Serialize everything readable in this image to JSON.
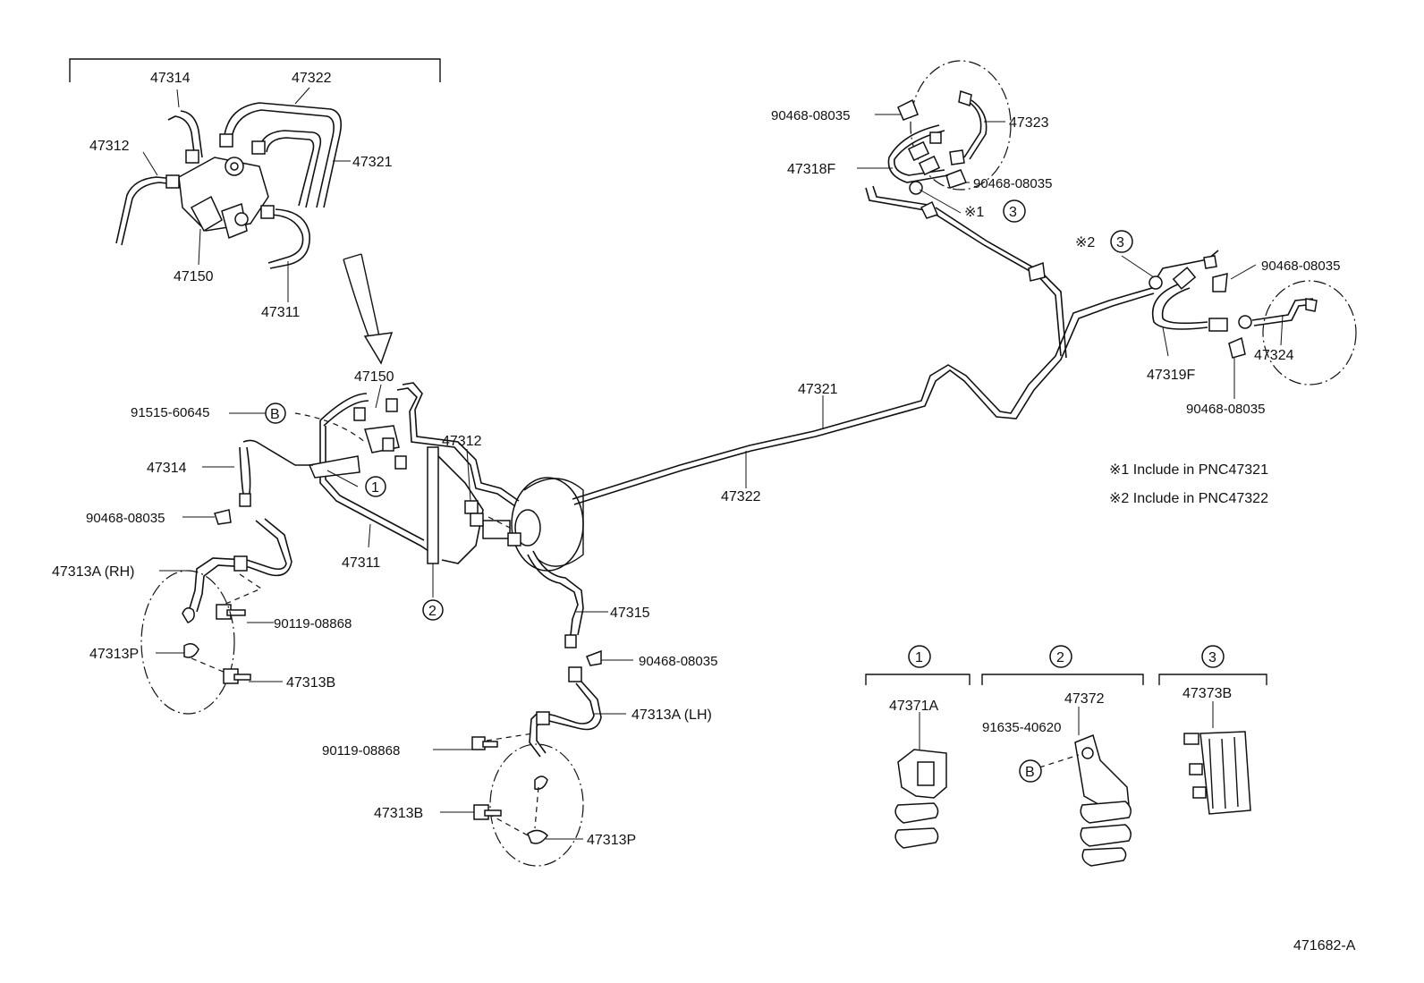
{
  "figure_id": "471682-A",
  "labels": {
    "inset_47314": "47314",
    "inset_47322": "47322",
    "inset_47312": "47312",
    "inset_47321": "47321",
    "inset_47150": "47150",
    "inset_47311": "47311",
    "main_47150": "47150",
    "p91515_60645": "91515-60645",
    "ref_b": "B",
    "main_47314": "47314",
    "main_47312": "47312",
    "ref_1": "1",
    "ref_2": "2",
    "ref_3": "3",
    "p90468_rh": "90468-08035",
    "main_47311": "47311",
    "p47313a_rh": "47313A (RH)",
    "p90119_rh": "90119-08868",
    "p47313p_rh": "47313P",
    "p47313b_rh": "47313B",
    "p47315": "47315",
    "p90468_lh": "90468-08035",
    "p47313a_lh": "47313A (LH)",
    "p90119_lh": "90119-08868",
    "p47313b_lh": "47313B",
    "p47313p_lh": "47313P",
    "main_47321": "47321",
    "main_47322": "47322",
    "p90468_tl": "90468-08035",
    "p47323": "47323",
    "p47318f": "47318F",
    "p90468_tr": "90468-08035",
    "note1_ref": "※1",
    "note2_ref": "※2",
    "p90468_r1": "90468-08035",
    "p47324": "47324",
    "p47319f": "47319F",
    "p90468_r2": "90468-08035",
    "p47371a": "47371A",
    "p47372": "47372",
    "p91635_40620": "91635-40620",
    "p47373b": "47373B"
  },
  "notes": {
    "note1": "※1 Include in PNC47321",
    "note2": "※2 Include in PNC47322"
  }
}
